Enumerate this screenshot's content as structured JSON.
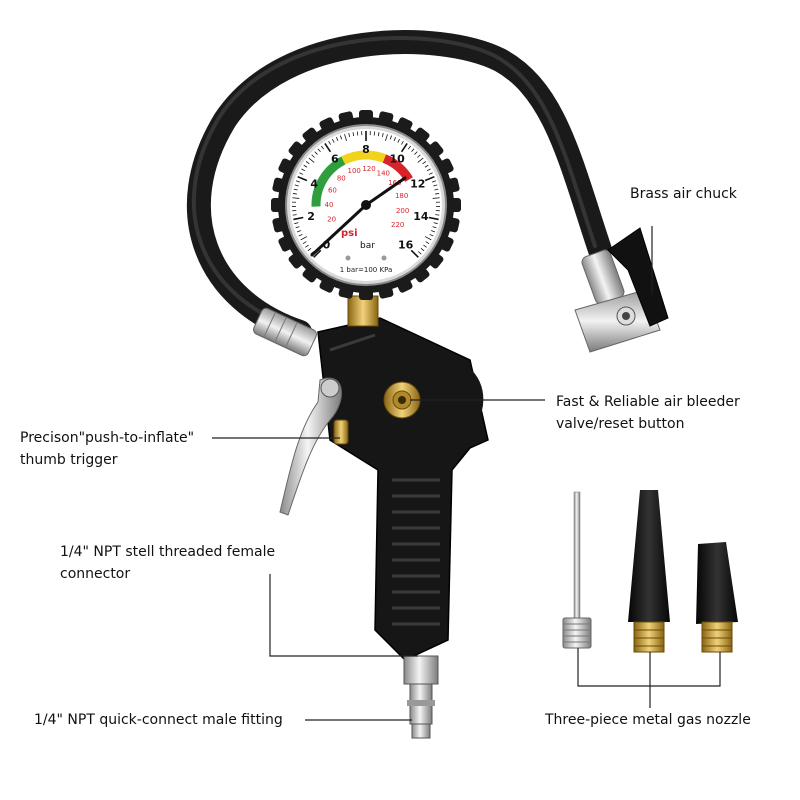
{
  "callouts": {
    "brass_air_chuck": "Brass air chuck",
    "bleeder_line1": "Fast & Reliable air bleeder",
    "bleeder_line2": "valve/reset button",
    "trigger_line1": "Precison\"push-to-inflate\"",
    "trigger_line2": "thumb trigger",
    "connector_line1": "1/4\" NPT stell threaded female",
    "connector_line2": "connector",
    "quick_connect": "1/4\" NPT quick-connect male fitting",
    "nozzles": "Three-piece metal gas nozzle"
  },
  "gauge": {
    "bar_labels": [
      "0",
      "2",
      "4",
      "6",
      "8",
      "10",
      "12",
      "14",
      "16"
    ],
    "psi_labels": [
      "20",
      "40",
      "60",
      "80",
      "100",
      "120",
      "140",
      "160",
      "180",
      "200",
      "220"
    ],
    "unit_psi": "psi",
    "unit_bar": "bar",
    "conversion": "1 bar=100 KPa",
    "zone_colors": {
      "green": "#2e9e3e",
      "yellow": "#f2d21b",
      "red": "#d8232a"
    }
  },
  "colors": {
    "body": "#151515",
    "brass": "#c9a032",
    "chrome": "#c8c8c8",
    "line": "#222222"
  }
}
